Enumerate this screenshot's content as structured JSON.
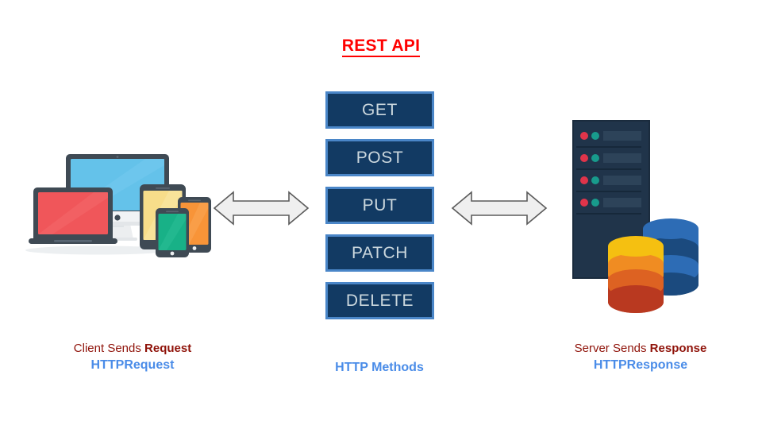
{
  "page": {
    "title": "REST API",
    "background_color": "#ffffff",
    "title_color": "#ff0000"
  },
  "colors": {
    "title_red": "#ff0000",
    "caption_dark_red": "#8f1209",
    "caption_blue": "#4a8ce8",
    "method_box_fill": "#123a63",
    "method_box_border": "#4a86c8",
    "method_box_text": "#ccd8de",
    "arrow_fill": "#efefef",
    "arrow_stroke": "#5b5b5b",
    "device_frame": "#3f4a54",
    "monitor_screen": "#64c2ea",
    "laptop_screen": "#f0565a",
    "tablet_screen": "#f7dd8a",
    "phone_orange": "#f89438",
    "phone_green": "#18b187",
    "server_body": "#20344a",
    "server_slot": "#2d4359",
    "led_red": "#e0344a",
    "led_teal": "#189b8c",
    "db_blue_light": "#2d6cb5",
    "db_blue_dark": "#1b4a7e",
    "db_yellow": "#f5c011",
    "db_orange": "#f08c22",
    "db_orange_dark": "#dd6222",
    "db_red": "#b93920"
  },
  "methods": {
    "heading": "HTTP Methods",
    "items": [
      {
        "label": "GET"
      },
      {
        "label": "POST"
      },
      {
        "label": "PUT"
      },
      {
        "label": "PATCH"
      },
      {
        "label": "DELETE"
      }
    ]
  },
  "client": {
    "caption_prefix": "Client Sends ",
    "caption_strong": "Request",
    "caption_sub": "HTTPRequest",
    "icon": "client-devices-illustration"
  },
  "server": {
    "caption_prefix": "Server Sends ",
    "caption_strong": "Response",
    "caption_sub": "HTTPResponse",
    "icon": "server-database-illustration"
  },
  "arrows": {
    "left": "double-headed-arrow-left",
    "right": "double-headed-arrow-right"
  }
}
